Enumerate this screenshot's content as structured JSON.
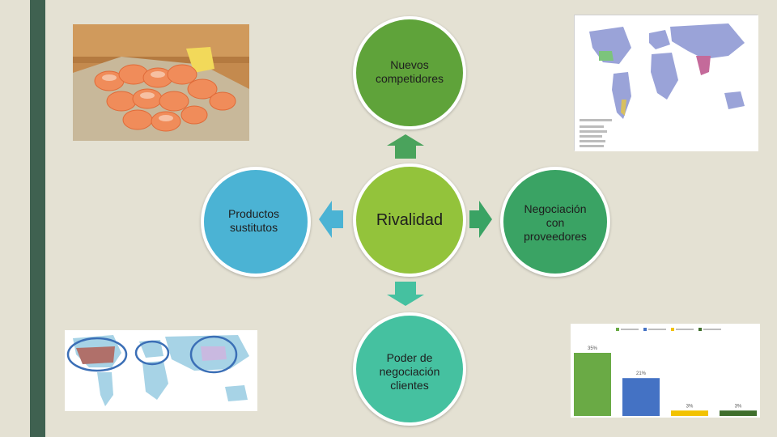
{
  "diagram": {
    "center": "Rivalidad",
    "top": [
      "Nuevos",
      "competidores"
    ],
    "left": [
      "Productos",
      "sustitutos"
    ],
    "right": [
      "Negociación",
      "con",
      "proveedores"
    ],
    "bottom": [
      "Poder de",
      "negociación",
      "clientes"
    ]
  },
  "colors": {
    "background": "#e4e1d3",
    "side_bar": "#3f6150",
    "top_circle": "#5fa33a",
    "left_circle": "#4bb3d4",
    "center_circle": "#93c33b",
    "right_circle": "#3aa364",
    "bottom_circle": "#45c1a0"
  },
  "images": {
    "photo": "shrimp-photo",
    "map_top_right": "world-map",
    "map_bottom_left": "world-map-highlighted",
    "chart_bottom_right": "bar-chart"
  },
  "chart_data": {
    "type": "bar",
    "legend": [
      "",
      "",
      "",
      ""
    ],
    "categories": [
      "",
      "",
      "",
      ""
    ],
    "values": [
      35,
      21,
      3,
      3
    ],
    "labels": [
      "35%",
      "21%",
      "3%",
      "3%"
    ],
    "colors": [
      "#6aaa45",
      "#4472c4",
      "#f2c200",
      "#3f6e2c"
    ],
    "legend_position": "top"
  }
}
